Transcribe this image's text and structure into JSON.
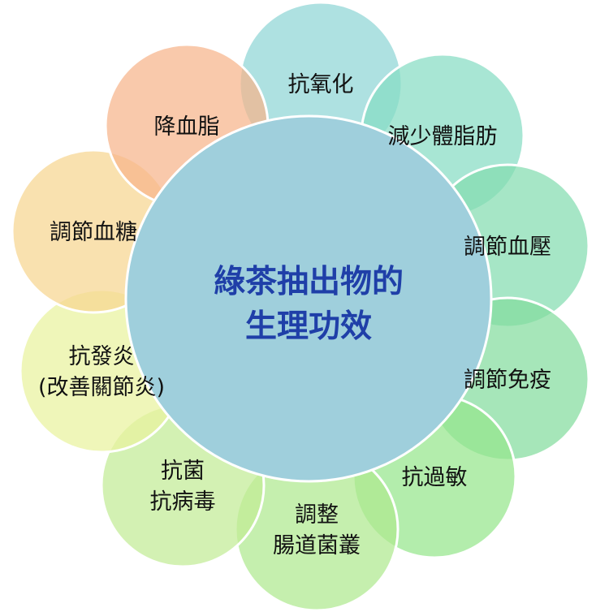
{
  "center": {
    "lines": [
      "綠茶抽出物的",
      "生理功效"
    ],
    "color": "#9fcfdc",
    "text_color": "#1f3fa8"
  },
  "petals": [
    {
      "lines": [
        "抗氧化"
      ],
      "color": "#8fd6d6"
    },
    {
      "lines": [
        "減少體脂肪"
      ],
      "color": "#86dcc3"
    },
    {
      "lines": [
        "調節血壓"
      ],
      "color": "#84dcb0"
    },
    {
      "lines": [
        "調節免疫"
      ],
      "color": "#84dc9e"
    },
    {
      "lines": [
        "抗過敏"
      ],
      "color": "#96e68c"
    },
    {
      "lines": [
        "調整",
        "腸道菌叢"
      ],
      "color": "#aee98f"
    },
    {
      "lines": [
        "抗菌",
        "抗病毒"
      ],
      "color": "#c2eb95"
    },
    {
      "lines": [
        "抗發炎",
        "(改善關節炎)"
      ],
      "color": "#e9f29e"
    },
    {
      "lines": [
        "調節血糖"
      ],
      "color": "#f7d690"
    },
    {
      "lines": [
        "降血脂"
      ],
      "color": "#f6b48a"
    }
  ]
}
